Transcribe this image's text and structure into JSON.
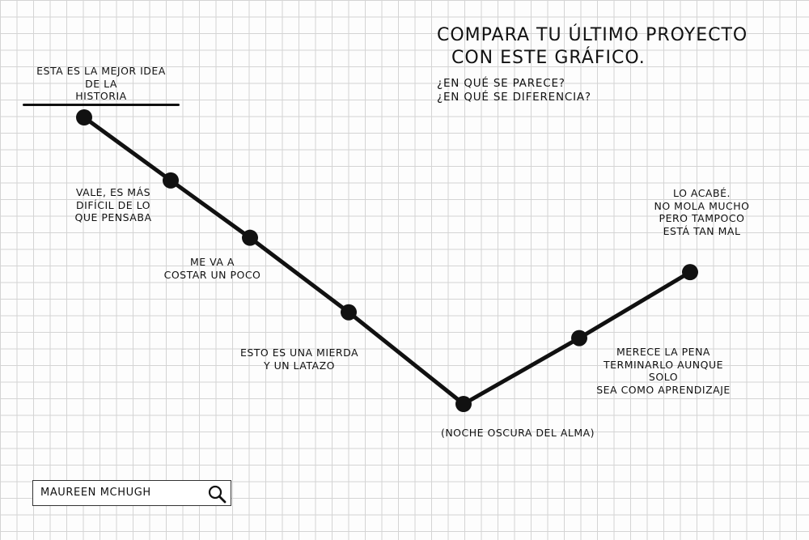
{
  "title": {
    "line1": "Compara tu último proyecto",
    "line2": "con este gráfico.",
    "question1": "¿En qué se parece?",
    "question2": "¿En qué se diferencia?"
  },
  "chart_data": {
    "type": "line",
    "points": [
      {
        "step": 1,
        "level": 100,
        "label_lines": [
          "Esta es la mejor idea",
          "de la historia"
        ],
        "label_underlined_word": "historia"
      },
      {
        "step": 2,
        "level": 78,
        "label_lines": [
          "Vale, es más",
          "difícil de lo",
          "que pensaba"
        ]
      },
      {
        "step": 3,
        "level": 58,
        "label_lines": [
          "Me va a",
          "costar un poco"
        ]
      },
      {
        "step": 4,
        "level": 32,
        "label_lines": [
          "Esto es una mierda",
          "y un latazo"
        ]
      },
      {
        "step": 5,
        "level": 0,
        "label_lines": [
          "(Noche oscura del alma)"
        ]
      },
      {
        "step": 6,
        "level": 23,
        "label_lines": [
          "Merece la pena",
          "terminarlo aunque solo",
          "sea como aprendizaje"
        ]
      },
      {
        "step": 7,
        "level": 46,
        "label_lines": [
          "Lo acabé.",
          "No mola mucho",
          "pero tampoco",
          "está tan mal"
        ]
      }
    ],
    "line_color": "#111111",
    "grid": true
  },
  "search": {
    "value": "Maureen McHugh",
    "icon": "magnifier-icon"
  },
  "colors": {
    "ink": "#111111",
    "grid": "#d4d4d4",
    "paper": "#fdfdfd"
  }
}
